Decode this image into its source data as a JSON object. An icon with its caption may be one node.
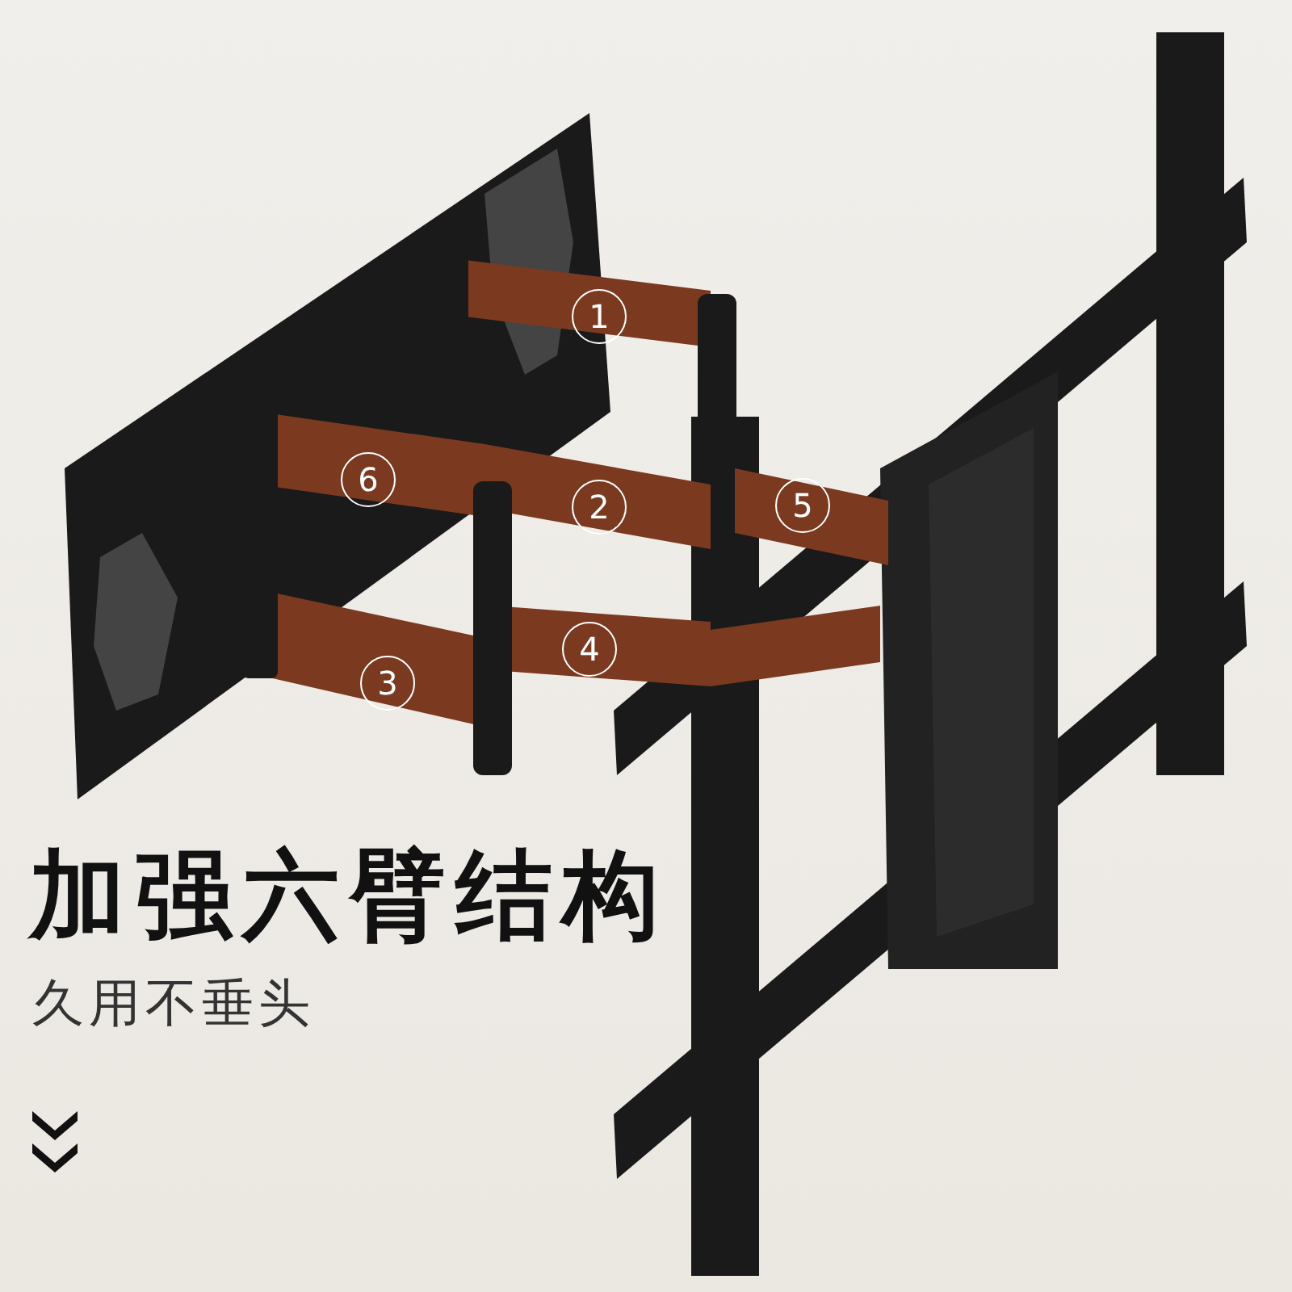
{
  "diagram": {
    "title": "加强六臂结构",
    "nodes": [
      {
        "text": [
          "1"
        ]
      },
      {
        "text": [
          "6"
        ]
      },
      {
        "text": [
          "2"
        ]
      },
      {
        "text": [
          "5"
        ]
      },
      {
        "text": [
          "4"
        ]
      },
      {
        "text": [
          "3"
        ]
      }
    ],
    "labels": [
      "久用不垂头"
    ]
  }
}
